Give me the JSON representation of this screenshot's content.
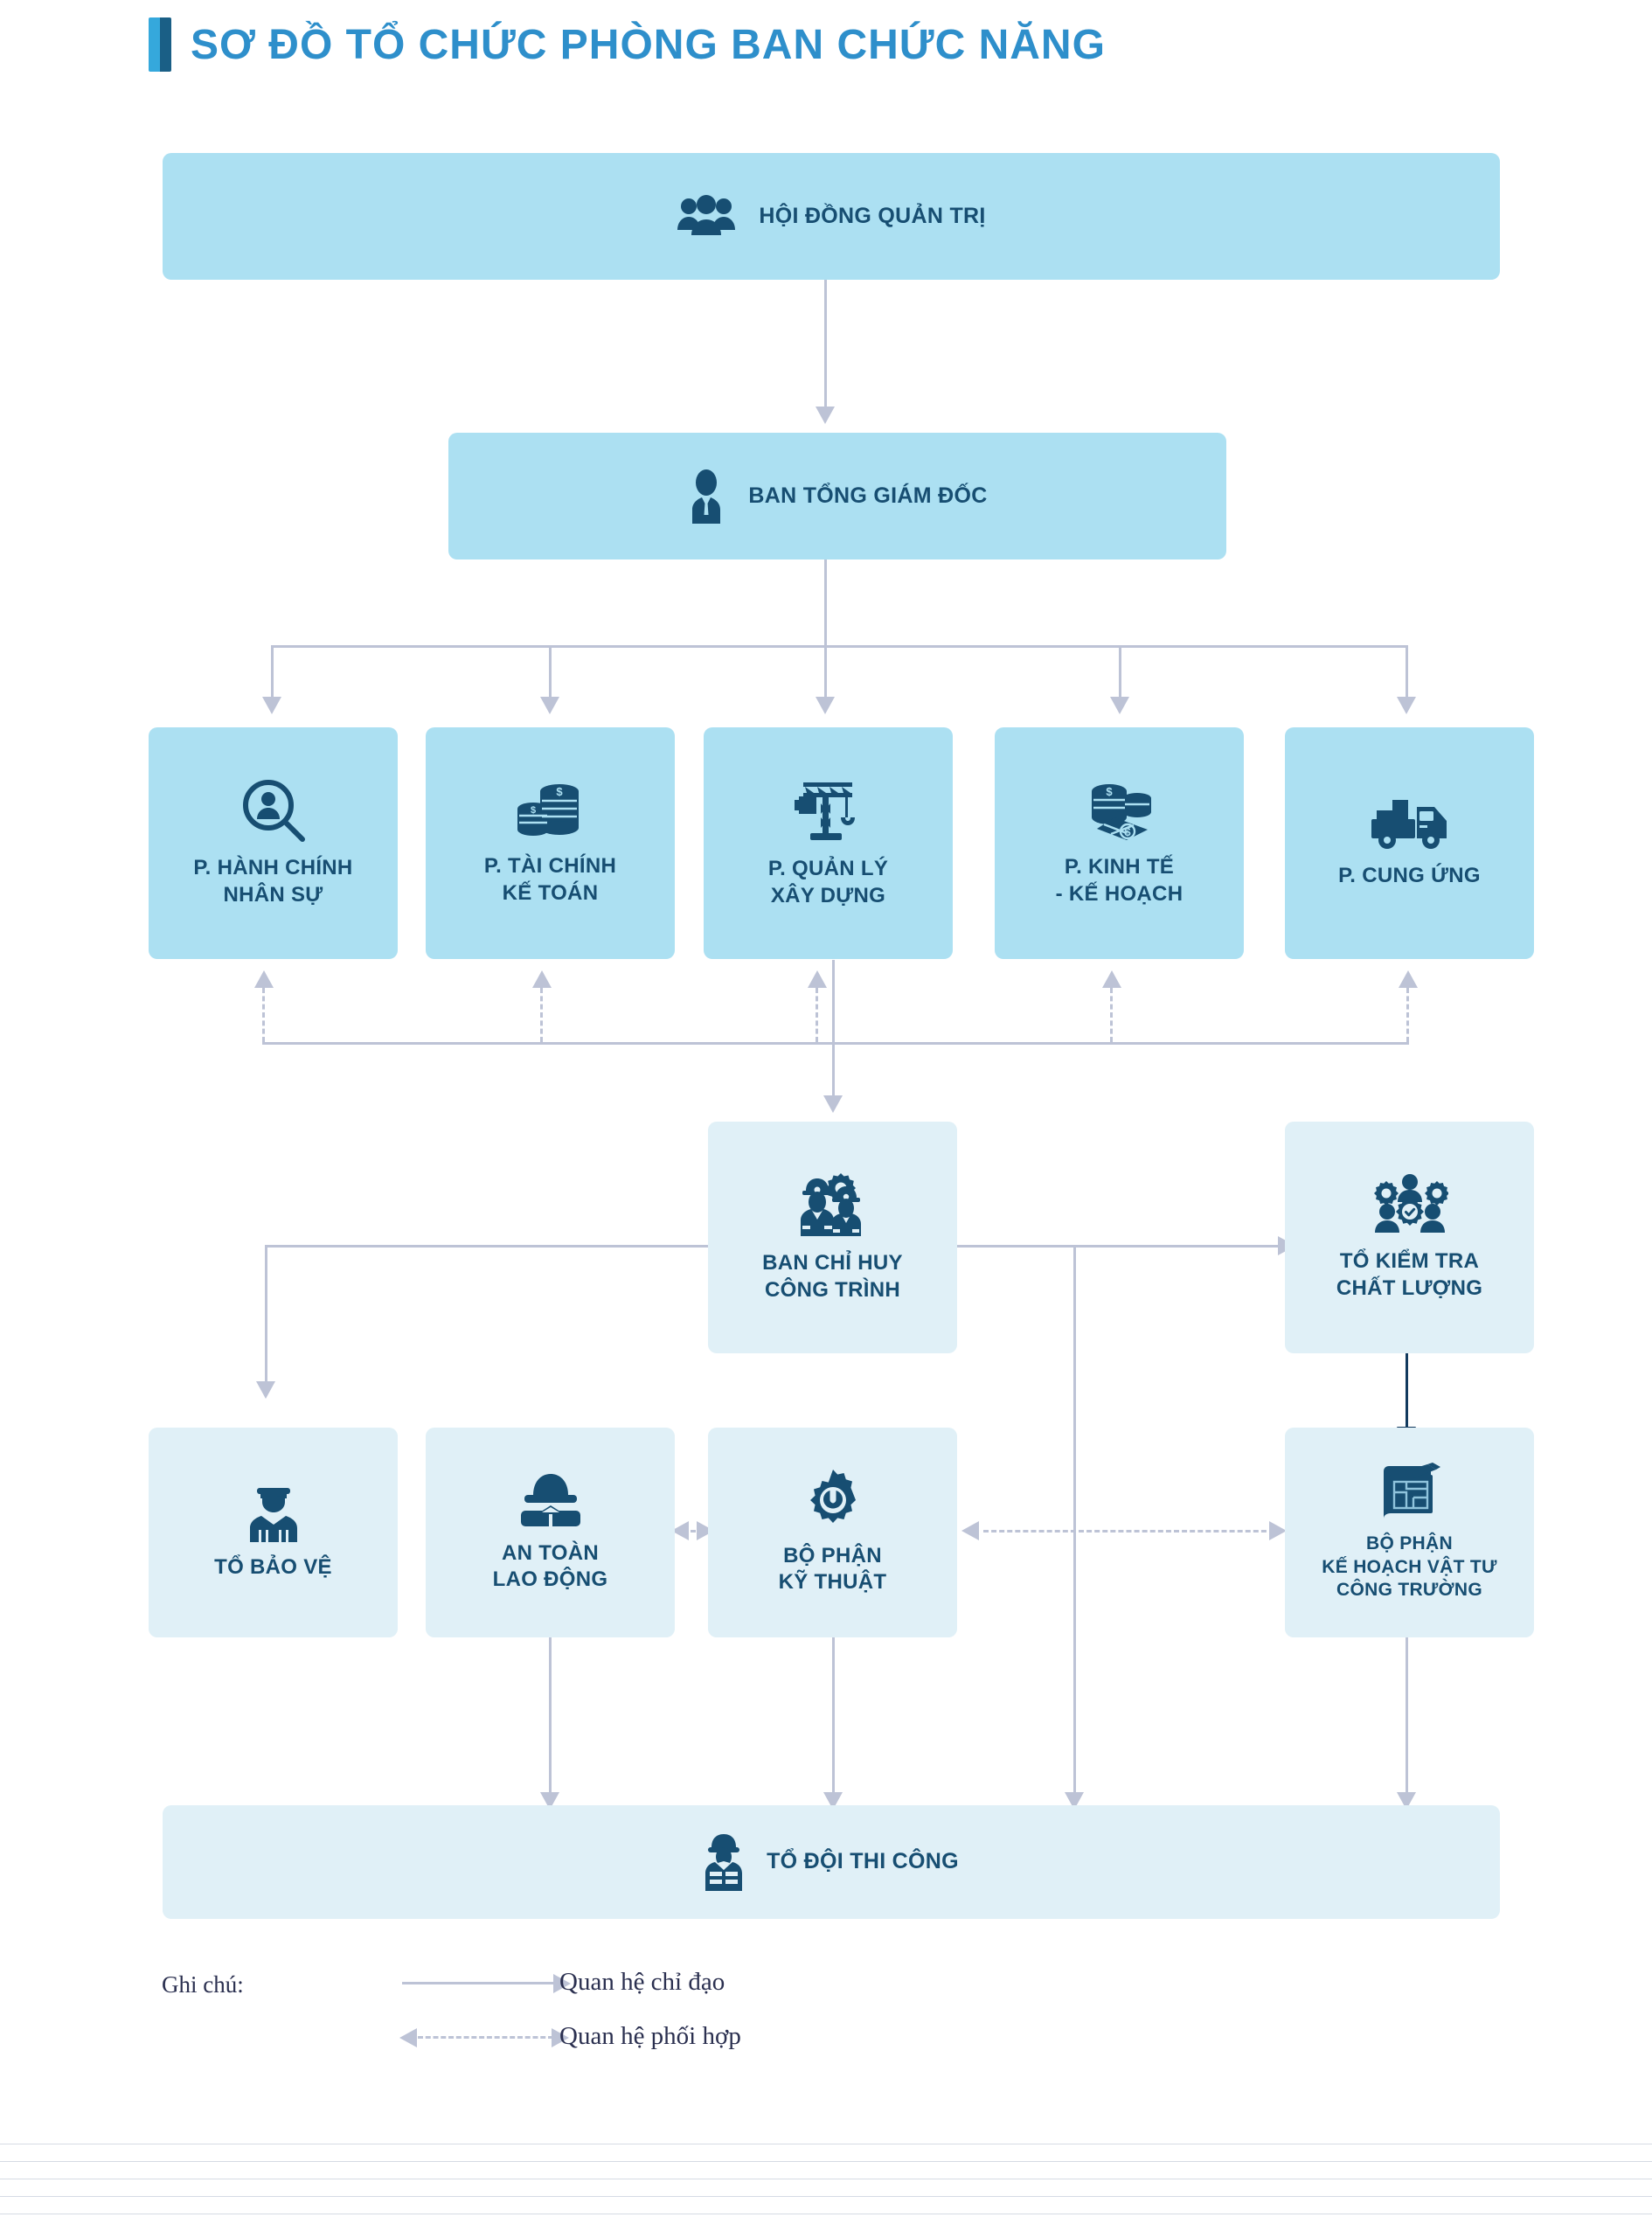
{
  "title": {
    "text": "SƠ ĐỒ TỔ CHỨC PHÒNG BAN CHỨC NĂNG",
    "accent": "#2E8FCB",
    "mark_light": "#35A8DC",
    "mark_dark": "#1A5F86"
  },
  "colors": {
    "node_dark": "#ACE0F2",
    "node_light": "#E0F0F7",
    "text": "#174E72",
    "connector": "#BDC3D6",
    "connector_strong": "#123A5E"
  },
  "nodes": {
    "board": {
      "label": "HỘI ĐỒNG QUẢN TRỊ",
      "icon": "three-people-icon"
    },
    "ceo": {
      "label": "BAN TỔNG GIÁM ĐỐC",
      "icon": "businessman-icon"
    },
    "dept_hr": {
      "label_1": "P. HÀNH CHÍNH",
      "label_2": "NHÂN SỰ",
      "icon": "person-search-icon"
    },
    "dept_fin": {
      "label_1": "P. TÀI CHÍNH",
      "label_2": "KẾ TOÁN",
      "icon": "coin-stacks-icon"
    },
    "dept_constr": {
      "label_1": "P. QUẢN LÝ",
      "label_2": "XÂY DỰNG",
      "icon": "crane-icon"
    },
    "dept_econ": {
      "label_1": "P. KINH TẾ",
      "label_2": "- KẾ HOẠCH",
      "icon": "money-icon"
    },
    "dept_supply": {
      "label_1": "P. CUNG ỨNG",
      "label_2": "",
      "icon": "delivery-truck-icon"
    },
    "site_cmd": {
      "label_1": "BAN CHỈ HUY",
      "label_2": "CÔNG TRÌNH",
      "icon": "workers-gear-icon"
    },
    "qc": {
      "label_1": "TỔ KIỂM TRA",
      "label_2": "CHẤT LƯỢNG",
      "icon": "people-gears-icon"
    },
    "security": {
      "label_1": "TỔ BẢO VỆ",
      "label_2": "",
      "icon": "security-guard-icon"
    },
    "safety": {
      "label_1": "AN TOÀN",
      "label_2": "LAO ĐỘNG",
      "icon": "hardhat-goggles-icon"
    },
    "technical": {
      "label_1": "BỘ PHẬN",
      "label_2": "KỸ THUẬT",
      "icon": "gear-wrench-icon"
    },
    "materials": {
      "label_1": "BỘ PHẬN",
      "label_2": "KẾ HOẠCH VẬT TƯ",
      "label_3": "CÔNG TRƯỜNG",
      "icon": "blueprint-pencil-icon"
    },
    "crews": {
      "label": "TỔ ĐỘI THI CÔNG",
      "icon": "construction-worker-icon"
    }
  },
  "legend": {
    "title": "Ghi chú:",
    "items": [
      {
        "label": "Quan hệ chỉ đạo",
        "style": "solid-arrow"
      },
      {
        "label": "Quan hệ phối hợp",
        "style": "dashed-double-arrow"
      }
    ]
  }
}
